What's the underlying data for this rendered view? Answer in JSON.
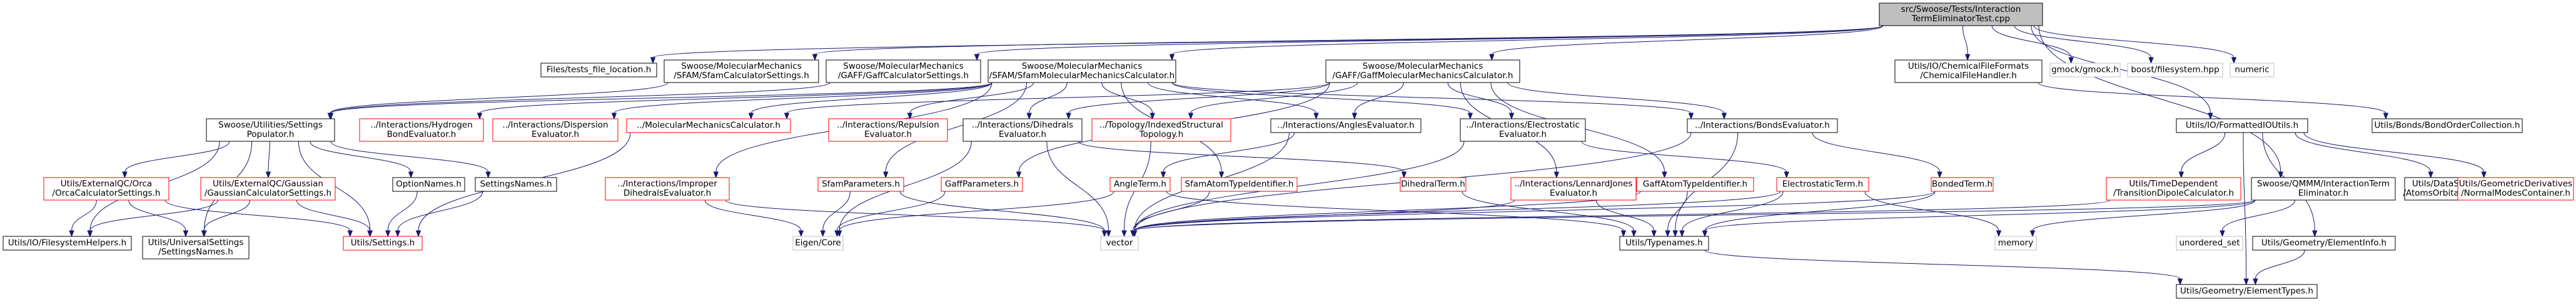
{
  "graph": {
    "colors": {
      "edge": "#191970",
      "root_fill": "#bfbfbf",
      "node_fill": "#ffffff",
      "border_normal": "#000000",
      "border_truncated": "#ff0000",
      "border_external": "#bfbfbf"
    },
    "nodes": [
      {
        "id": "root",
        "lines": [
          "src/Swoose/Tests/Interaction",
          "TermEliminatorTest.cpp"
        ],
        "style": "root"
      },
      {
        "id": "files",
        "lines": [
          "Files/tests_file_location.h"
        ],
        "style": "normal"
      },
      {
        "id": "sfamcalc",
        "lines": [
          "Swoose/MolecularMechanics",
          "/SFAM/SfamCalculatorSettings.h"
        ],
        "style": "normal"
      },
      {
        "id": "gaffcalc",
        "lines": [
          "Swoose/MolecularMechanics",
          "/GAFF/GaffCalculatorSettings.h"
        ],
        "style": "normal"
      },
      {
        "id": "sfammm",
        "lines": [
          "Swoose/MolecularMechanics",
          "/SFAM/SfamMolecularMechanicsCalculator.h"
        ],
        "style": "normal"
      },
      {
        "id": "gaffmm",
        "lines": [
          "Swoose/MolecularMechanics",
          "/GAFF/GaffMolecularMechanicsCalculator.h"
        ],
        "style": "normal"
      },
      {
        "id": "chemfh",
        "lines": [
          "Utils/IO/ChemicalFileFormats",
          "/ChemicalFileHandler.h"
        ],
        "style": "normal"
      },
      {
        "id": "gmock",
        "lines": [
          "gmock/gmock.h"
        ],
        "style": "external"
      },
      {
        "id": "boostfs",
        "lines": [
          "boost/filesystem.hpp"
        ],
        "style": "external"
      },
      {
        "id": "numeric",
        "lines": [
          "numeric"
        ],
        "style": "external"
      },
      {
        "id": "settingspop",
        "lines": [
          "Swoose/Utilities/Settings",
          "Populator.h"
        ],
        "style": "normal"
      },
      {
        "id": "hbond",
        "lines": [
          "../Interactions/Hydrogen",
          "BondEvaluator.h"
        ],
        "style": "truncated"
      },
      {
        "id": "dispersion",
        "lines": [
          "../Interactions/Dispersion",
          "Evaluator.h"
        ],
        "style": "truncated"
      },
      {
        "id": "mmcalc",
        "lines": [
          "../MolecularMechanicsCalculator.h"
        ],
        "style": "truncated"
      },
      {
        "id": "repulsion",
        "lines": [
          "../Interactions/Repulsion",
          "Evaluator.h"
        ],
        "style": "truncated"
      },
      {
        "id": "dihedralseval",
        "lines": [
          "../Interactions/Dihedrals",
          "Evaluator.h"
        ],
        "style": "normal"
      },
      {
        "id": "topology",
        "lines": [
          "../Topology/IndexedStructural",
          "Topology.h"
        ],
        "style": "truncated"
      },
      {
        "id": "angleseval",
        "lines": [
          "../Interactions/AnglesEvaluator.h"
        ],
        "style": "normal"
      },
      {
        "id": "electroeval",
        "lines": [
          "../Interactions/Electrostatic",
          "Evaluator.h"
        ],
        "style": "normal"
      },
      {
        "id": "bondseval",
        "lines": [
          "../Interactions/BondsEvaluator.h"
        ],
        "style": "normal"
      },
      {
        "id": "formatted",
        "lines": [
          "Utils/IO/FormattedIOUtils.h"
        ],
        "style": "normal"
      },
      {
        "id": "bondorder",
        "lines": [
          "Utils/Bonds/BondOrderCollection.h"
        ],
        "style": "normal"
      },
      {
        "id": "orca",
        "lines": [
          "Utils/ExternalQC/Orca",
          "/OrcaCalculatorSettings.h"
        ],
        "style": "truncated"
      },
      {
        "id": "gaussian",
        "lines": [
          "Utils/ExternalQC/Gaussian",
          "/GaussianCalculatorSettings.h"
        ],
        "style": "truncated"
      },
      {
        "id": "optionnames",
        "lines": [
          "OptionNames.h"
        ],
        "style": "normal"
      },
      {
        "id": "settingsnames",
        "lines": [
          "SettingsNames.h"
        ],
        "style": "normal"
      },
      {
        "id": "improper",
        "lines": [
          "../Interactions/Improper",
          "DihedralsEvaluator.h"
        ],
        "style": "truncated"
      },
      {
        "id": "sfamparams",
        "lines": [
          "SfamParameters.h"
        ],
        "style": "truncated"
      },
      {
        "id": "gaffparams",
        "lines": [
          "GaffParameters.h"
        ],
        "style": "truncated"
      },
      {
        "id": "angleterm",
        "lines": [
          "AngleTerm.h"
        ],
        "style": "truncated"
      },
      {
        "id": "sfamatomtype",
        "lines": [
          "SfamAtomTypeIdentifier.h"
        ],
        "style": "truncated"
      },
      {
        "id": "dihedralterm",
        "lines": [
          "DihedralTerm.h"
        ],
        "style": "truncated"
      },
      {
        "id": "lj",
        "lines": [
          "../Interactions/LennardJones",
          "Evaluator.h"
        ],
        "style": "truncated"
      },
      {
        "id": "gaffatomtype",
        "lines": [
          "GaffAtomTypeIdentifier.h"
        ],
        "style": "truncated"
      },
      {
        "id": "electroterm",
        "lines": [
          "ElectrostaticTerm.h"
        ],
        "style": "truncated"
      },
      {
        "id": "bondedterm",
        "lines": [
          "BondedTerm.h"
        ],
        "style": "truncated"
      },
      {
        "id": "timedep",
        "lines": [
          "Utils/TimeDependent",
          "/TransitionDipoleCalculator.h"
        ],
        "style": "truncated"
      },
      {
        "id": "qmmm",
        "lines": [
          "Swoose/QMMM/InteractionTerm",
          "Eliminator.h"
        ],
        "style": "normal"
      },
      {
        "id": "datastruct",
        "lines": [
          "Utils/DataStructures",
          "/AtomsOrbitalsIndexes.h"
        ],
        "style": "normal"
      },
      {
        "id": "geomderiv",
        "lines": [
          "Utils/GeometricDerivatives",
          "/NormalModesContainer.h"
        ],
        "style": "truncated"
      },
      {
        "id": "fshelpers",
        "lines": [
          "Utils/IO/FilesystemHelpers.h"
        ],
        "style": "normal"
      },
      {
        "id": "universal",
        "lines": [
          "Utils/UniversalSettings",
          "/SettingsNames.h"
        ],
        "style": "normal"
      },
      {
        "id": "settings",
        "lines": [
          "Utils/Settings.h"
        ],
        "style": "truncated"
      },
      {
        "id": "eigen",
        "lines": [
          "Eigen/Core"
        ],
        "style": "external"
      },
      {
        "id": "vector",
        "lines": [
          "vector"
        ],
        "style": "external"
      },
      {
        "id": "typenames",
        "lines": [
          "Utils/Typenames.h"
        ],
        "style": "normal"
      },
      {
        "id": "memory",
        "lines": [
          "memory"
        ],
        "style": "external"
      },
      {
        "id": "unordered",
        "lines": [
          "unordered_set"
        ],
        "style": "external"
      },
      {
        "id": "elementinfo",
        "lines": [
          "Utils/Geometry/ElementInfo.h"
        ],
        "style": "normal"
      },
      {
        "id": "elementtypes",
        "lines": [
          "Utils/Geometry/ElementTypes.h"
        ],
        "style": "normal"
      }
    ],
    "edges": [
      [
        "root",
        "files"
      ],
      [
        "root",
        "sfamcalc"
      ],
      [
        "root",
        "gaffcalc"
      ],
      [
        "root",
        "sfammm"
      ],
      [
        "root",
        "gaffmm"
      ],
      [
        "root",
        "chemfh"
      ],
      [
        "root",
        "gmock"
      ],
      [
        "root",
        "boostfs"
      ],
      [
        "root",
        "numeric"
      ],
      [
        "root",
        "formatted"
      ],
      [
        "root",
        "qmmm"
      ],
      [
        "sfamcalc",
        "settingspop"
      ],
      [
        "gaffcalc",
        "settingspop"
      ],
      [
        "sfammm",
        "settingspop"
      ],
      [
        "sfammm",
        "hbond"
      ],
      [
        "sfammm",
        "dispersion"
      ],
      [
        "sfammm",
        "mmcalc"
      ],
      [
        "sfammm",
        "repulsion"
      ],
      [
        "sfammm",
        "dihedralseval"
      ],
      [
        "sfammm",
        "topology"
      ],
      [
        "sfammm",
        "angleseval"
      ],
      [
        "sfammm",
        "electroeval"
      ],
      [
        "sfammm",
        "bondseval"
      ],
      [
        "sfammm",
        "improper"
      ],
      [
        "sfammm",
        "sfamparams"
      ],
      [
        "sfammm",
        "sfamatomtype"
      ],
      [
        "gaffmm",
        "mmcalc"
      ],
      [
        "gaffmm",
        "dihedralseval"
      ],
      [
        "gaffmm",
        "topology"
      ],
      [
        "gaffmm",
        "angleseval"
      ],
      [
        "gaffmm",
        "electroeval"
      ],
      [
        "gaffmm",
        "bondseval"
      ],
      [
        "gaffmm",
        "gaffparams"
      ],
      [
        "gaffmm",
        "lj"
      ],
      [
        "gaffmm",
        "gaffatomtype"
      ],
      [
        "chemfh",
        "bondorder"
      ],
      [
        "settingspop",
        "orca"
      ],
      [
        "settingspop",
        "gaussian"
      ],
      [
        "settingspop",
        "optionnames"
      ],
      [
        "settingspop",
        "settingsnames"
      ],
      [
        "settingspop",
        "fshelpers"
      ],
      [
        "settingspop",
        "universal"
      ],
      [
        "settingspop",
        "settings"
      ],
      [
        "orca",
        "fshelpers"
      ],
      [
        "orca",
        "universal"
      ],
      [
        "orca",
        "settings"
      ],
      [
        "gaussian",
        "fshelpers"
      ],
      [
        "gaussian",
        "universal"
      ],
      [
        "gaussian",
        "settings"
      ],
      [
        "optionnames",
        "settings"
      ],
      [
        "settingsnames",
        "settings"
      ],
      [
        "mmcalc",
        "settings"
      ],
      [
        "improper",
        "eigen"
      ],
      [
        "improper",
        "vector"
      ],
      [
        "sfamparams",
        "eigen"
      ],
      [
        "sfamparams",
        "vector"
      ],
      [
        "gaffparams",
        "eigen"
      ],
      [
        "dihedralseval",
        "eigen"
      ],
      [
        "dihedralseval",
        "vector"
      ],
      [
        "dihedralseval",
        "dihedralterm"
      ],
      [
        "topology",
        "vector"
      ],
      [
        "angleseval",
        "angleterm"
      ],
      [
        "angleseval",
        "vector"
      ],
      [
        "electroeval",
        "electroterm"
      ],
      [
        "electroeval",
        "vector"
      ],
      [
        "bondseval",
        "bondedterm"
      ],
      [
        "bondseval",
        "vector"
      ],
      [
        "bondseval",
        "typenames"
      ],
      [
        "angleterm",
        "eigen"
      ],
      [
        "angleterm",
        "typenames"
      ],
      [
        "sfamatomtype",
        "vector"
      ],
      [
        "dihedralterm",
        "typenames"
      ],
      [
        "lj",
        "typenames"
      ],
      [
        "lj",
        "vector"
      ],
      [
        "gaffatomtype",
        "typenames"
      ],
      [
        "gaffatomtype",
        "vector"
      ],
      [
        "electroterm",
        "typenames"
      ],
      [
        "electroterm",
        "vector"
      ],
      [
        "electroterm",
        "memory"
      ],
      [
        "bondedterm",
        "typenames"
      ],
      [
        "bondedterm",
        "vector"
      ],
      [
        "formatted",
        "timedep"
      ],
      [
        "formatted",
        "datastruct"
      ],
      [
        "formatted",
        "geomderiv"
      ],
      [
        "formatted",
        "elementinfo"
      ],
      [
        "formatted",
        "elementtypes"
      ],
      [
        "timedep",
        "vector"
      ],
      [
        "qmmm",
        "typenames"
      ],
      [
        "qmmm",
        "memory"
      ],
      [
        "qmmm",
        "unordered"
      ],
      [
        "qmmm",
        "vector"
      ],
      [
        "typenames",
        "elementtypes"
      ],
      [
        "elementinfo",
        "elementtypes"
      ]
    ]
  }
}
